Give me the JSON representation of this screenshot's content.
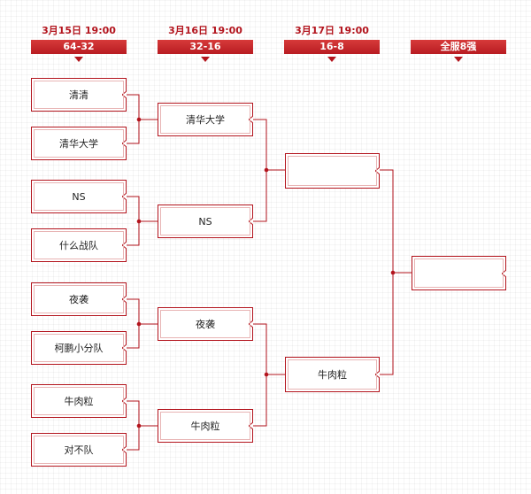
{
  "rounds": [
    {
      "date": "3月15日  19:00",
      "tag": "64-32"
    },
    {
      "date": "3月16日  19:00",
      "tag": "32-16"
    },
    {
      "date": "3月17日  19:00",
      "tag": "16-8"
    },
    {
      "date": "",
      "tag": "全服8强"
    }
  ],
  "round1": [
    "清清",
    "清华大学",
    "NS",
    "什么战队",
    "夜袭",
    "柯鹏小分队",
    "牛肉粒",
    "对不队"
  ],
  "round2": [
    "清华大学",
    "NS",
    "夜袭",
    "牛肉粒"
  ],
  "round3": [
    "",
    "牛肉粒"
  ],
  "final": [
    ""
  ],
  "colors": {
    "accent": "#b3141d"
  }
}
